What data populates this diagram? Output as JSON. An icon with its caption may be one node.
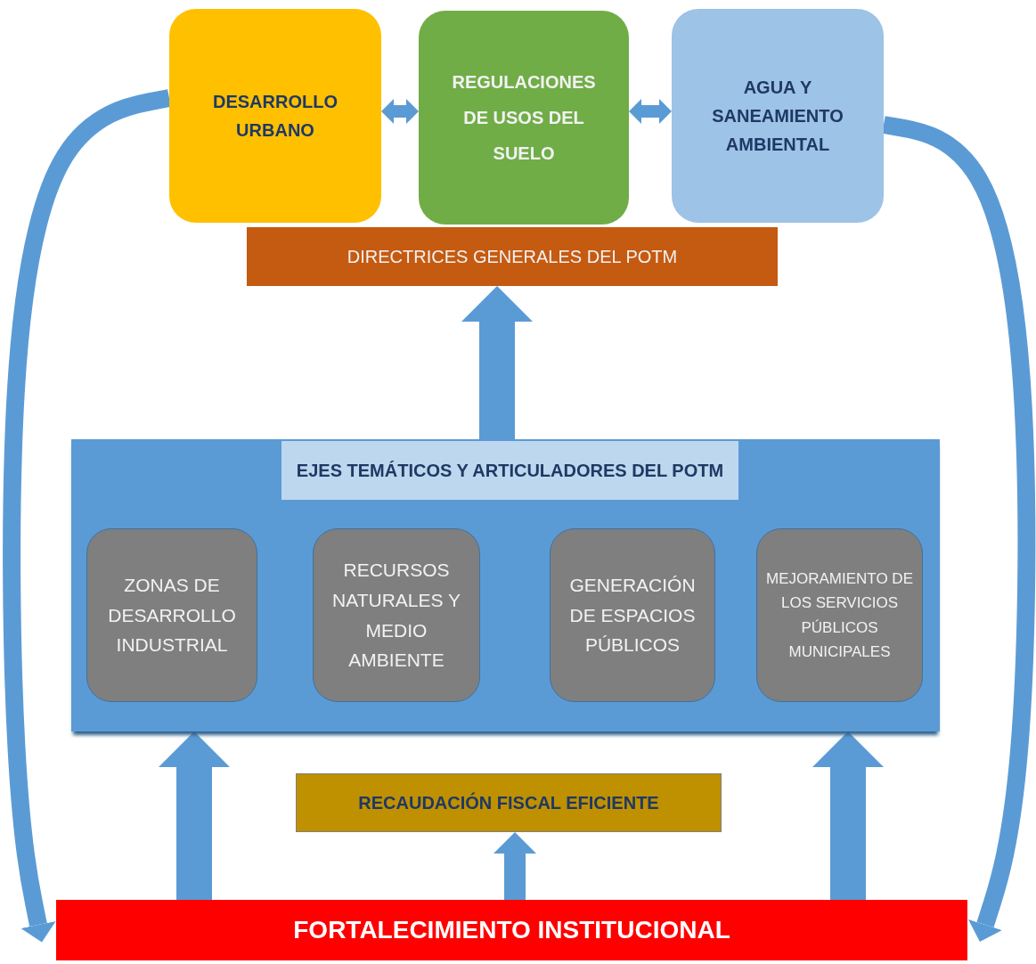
{
  "diagram": {
    "nodes": [
      {
        "text": [
          "DESARROLLO URBANO"
        ]
      },
      {
        "text": [
          "REGULACIONES DE USOS DEL SUELO"
        ]
      },
      {
        "text": [
          "AGUA Y SANEAMIENTO AMBIENTAL"
        ]
      },
      {
        "text": [
          "DIRECTRICES GENERALES DEL POTM"
        ]
      },
      {
        "text": [],
        "shape": "box"
      },
      {
        "text": [
          "EJES TEMÁTICOS Y ARTICULADORES DEL POTM"
        ],
        "in": 4
      },
      {
        "text": [
          "ZONAS DE DESARROLLO INDUSTRIAL"
        ],
        "in": 4
      },
      {
        "text": [
          "RECURSOS NATURALES Y MEDIO AMBIENTE"
        ],
        "in": 4
      },
      {
        "text": [
          "GENERACIÓN DE ESPACIOS PÚBLICOS"
        ],
        "in": 4
      },
      {
        "text": [
          "MEJORAMIENTO DE LOS SERVICIOS PÚBLICOS MUNICIPALES"
        ],
        "in": 4
      },
      {
        "text": [
          "RECAUDACIÓN FISCAL EFICIENTE"
        ]
      },
      {
        "text": [
          "FORTALECIMIENTO INSTITUCIONAL"
        ]
      }
    ],
    "edges": [
      {
        "from": 0,
        "to": 1,
        "arrow": "both"
      },
      {
        "from": 1,
        "to": 2,
        "arrow": "both"
      },
      {
        "from": 4,
        "to": 3,
        "arrow": "to",
        "style": "thick"
      },
      {
        "from": 11,
        "to": 4,
        "arrow": "to",
        "style": "thick"
      },
      {
        "from": 11,
        "to": 10,
        "arrow": "to"
      },
      {
        "from": 11,
        "to": 4,
        "arrow": "to",
        "style": "thick"
      },
      {
        "from": 0,
        "to": 11,
        "arrow": "to"
      },
      {
        "from": 2,
        "to": 11,
        "arrow": "to"
      }
    ]
  }
}
